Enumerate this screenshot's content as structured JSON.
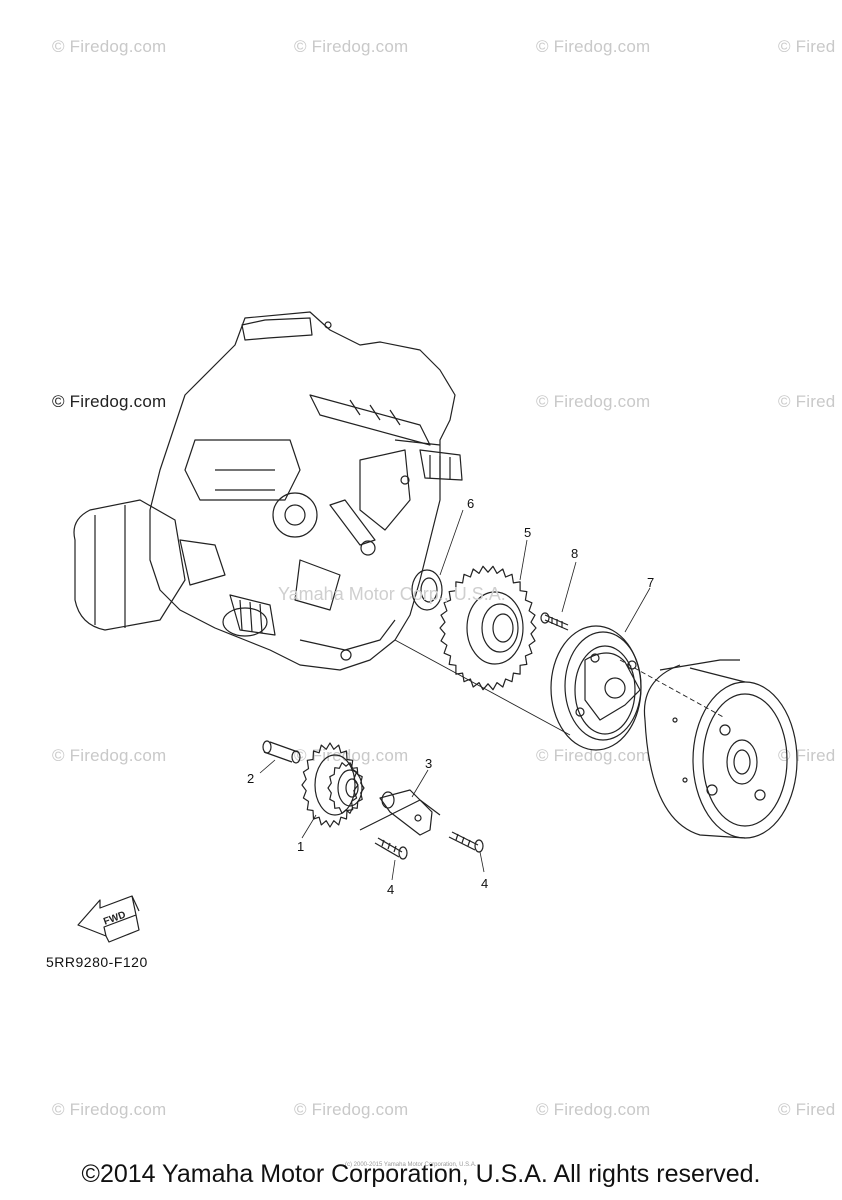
{
  "watermarks": [
    "© Firedog.com",
    "© Firedog.com",
    "© Firedog.com",
    "© Fired",
    "© Firedog.com",
    "© Firedog.com",
    "© Fired",
    "© Firedog.com",
    "© Firedog.com",
    "© Firedog.com",
    "© Fired",
    "© Firedog.com",
    "© Firedog.com",
    "© Firedog.com",
    "© Fired"
  ],
  "center_watermark": "Yamaha Motor Corp., U.S.A.",
  "callouts": [
    "1",
    "2",
    "3",
    "4",
    "4",
    "5",
    "6",
    "7",
    "8"
  ],
  "fwd_label": "FWD",
  "diagram_code": "5RR9280-F120",
  "small_print": "(c) 2000-2015 Yamaha Motor Corporation, U.S.A.",
  "footer": "©2014 Yamaha Motor Corporation, U.S.A. All rights reserved."
}
